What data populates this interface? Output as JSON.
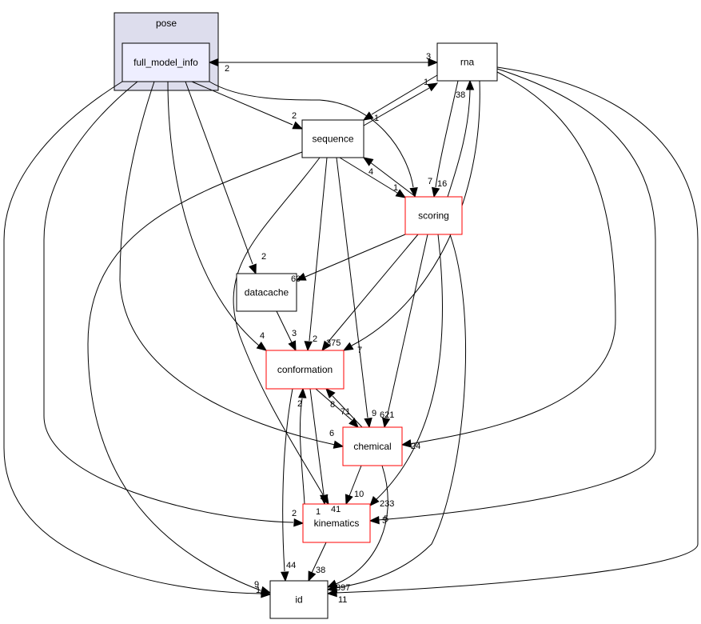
{
  "graph": {
    "cluster": {
      "label": "pose",
      "fill": "#dddded",
      "stroke": "#000000"
    },
    "nodes": [
      {
        "id": "full_model_info",
        "label": "full_model_info",
        "style": "current"
      },
      {
        "id": "rna",
        "label": "rna",
        "style": "plain"
      },
      {
        "id": "sequence",
        "label": "sequence",
        "style": "plain"
      },
      {
        "id": "scoring",
        "label": "scoring",
        "style": "red"
      },
      {
        "id": "datacache",
        "label": "datacache",
        "style": "plain"
      },
      {
        "id": "conformation",
        "label": "conformation",
        "style": "red"
      },
      {
        "id": "chemical",
        "label": "chemical",
        "style": "red"
      },
      {
        "id": "kinematics",
        "label": "kinematics",
        "style": "red"
      },
      {
        "id": "id",
        "label": "id",
        "style": "plain"
      }
    ],
    "edges": [
      {
        "from": "full_model_info",
        "to": "rna",
        "label": "3"
      },
      {
        "from": "rna",
        "to": "full_model_info",
        "label": "2"
      },
      {
        "from": "full_model_info",
        "to": "sequence",
        "label": "2"
      },
      {
        "from": "full_model_info",
        "to": "scoring",
        "label": "7"
      },
      {
        "from": "full_model_info",
        "to": "datacache",
        "label": "2"
      },
      {
        "from": "full_model_info",
        "to": "conformation",
        "label": "4"
      },
      {
        "from": "full_model_info",
        "to": "chemical",
        "label": "6"
      },
      {
        "from": "full_model_info",
        "to": "kinematics",
        "label": "2"
      },
      {
        "from": "full_model_info",
        "to": "id",
        "label": "1"
      },
      {
        "from": "rna",
        "to": "sequence",
        "label": "1"
      },
      {
        "from": "sequence",
        "to": "rna",
        "label": "1"
      },
      {
        "from": "rna",
        "to": "scoring",
        "label": "16"
      },
      {
        "from": "scoring",
        "to": "rna",
        "label": "38"
      },
      {
        "from": "rna",
        "to": "conformation",
        "label": "7"
      },
      {
        "from": "rna",
        "to": "chemical",
        "label": "24"
      },
      {
        "from": "rna",
        "to": "kinematics",
        "label": "5"
      },
      {
        "from": "rna",
        "to": "id",
        "label": "11"
      },
      {
        "from": "sequence",
        "to": "scoring",
        "label": "1"
      },
      {
        "from": "scoring",
        "to": "sequence",
        "label": "4"
      },
      {
        "from": "sequence",
        "to": "conformation",
        "label": "2"
      },
      {
        "from": "sequence",
        "to": "chemical",
        "label": "9"
      },
      {
        "from": "sequence",
        "to": "kinematics",
        "label": "1"
      },
      {
        "from": "sequence",
        "to": "id",
        "label": "9"
      },
      {
        "from": "scoring",
        "to": "datacache",
        "label": "60"
      },
      {
        "from": "scoring",
        "to": "conformation",
        "label": "375"
      },
      {
        "from": "scoring",
        "to": "chemical",
        "label": "621"
      },
      {
        "from": "scoring",
        "to": "kinematics",
        "label": "233"
      },
      {
        "from": "scoring",
        "to": "id",
        "label": "397"
      },
      {
        "from": "datacache",
        "to": "conformation",
        "label": "3"
      },
      {
        "from": "conformation",
        "to": "chemical",
        "label": "71"
      },
      {
        "from": "chemical",
        "to": "conformation",
        "label": "8"
      },
      {
        "from": "conformation",
        "to": "kinematics",
        "label": "41"
      },
      {
        "from": "kinematics",
        "to": "conformation",
        "label": "2"
      },
      {
        "from": "conformation",
        "to": "id",
        "label": "44"
      },
      {
        "from": "chemical",
        "to": "kinematics",
        "label": "10"
      },
      {
        "from": "chemical",
        "to": "id",
        "label": "5"
      },
      {
        "from": "kinematics",
        "to": "id",
        "label": "38"
      }
    ],
    "colors": {
      "current_fill": "#eeeeff",
      "plain_stroke": "#000000",
      "red_stroke": "#ff0000",
      "edge": "#000000"
    }
  }
}
